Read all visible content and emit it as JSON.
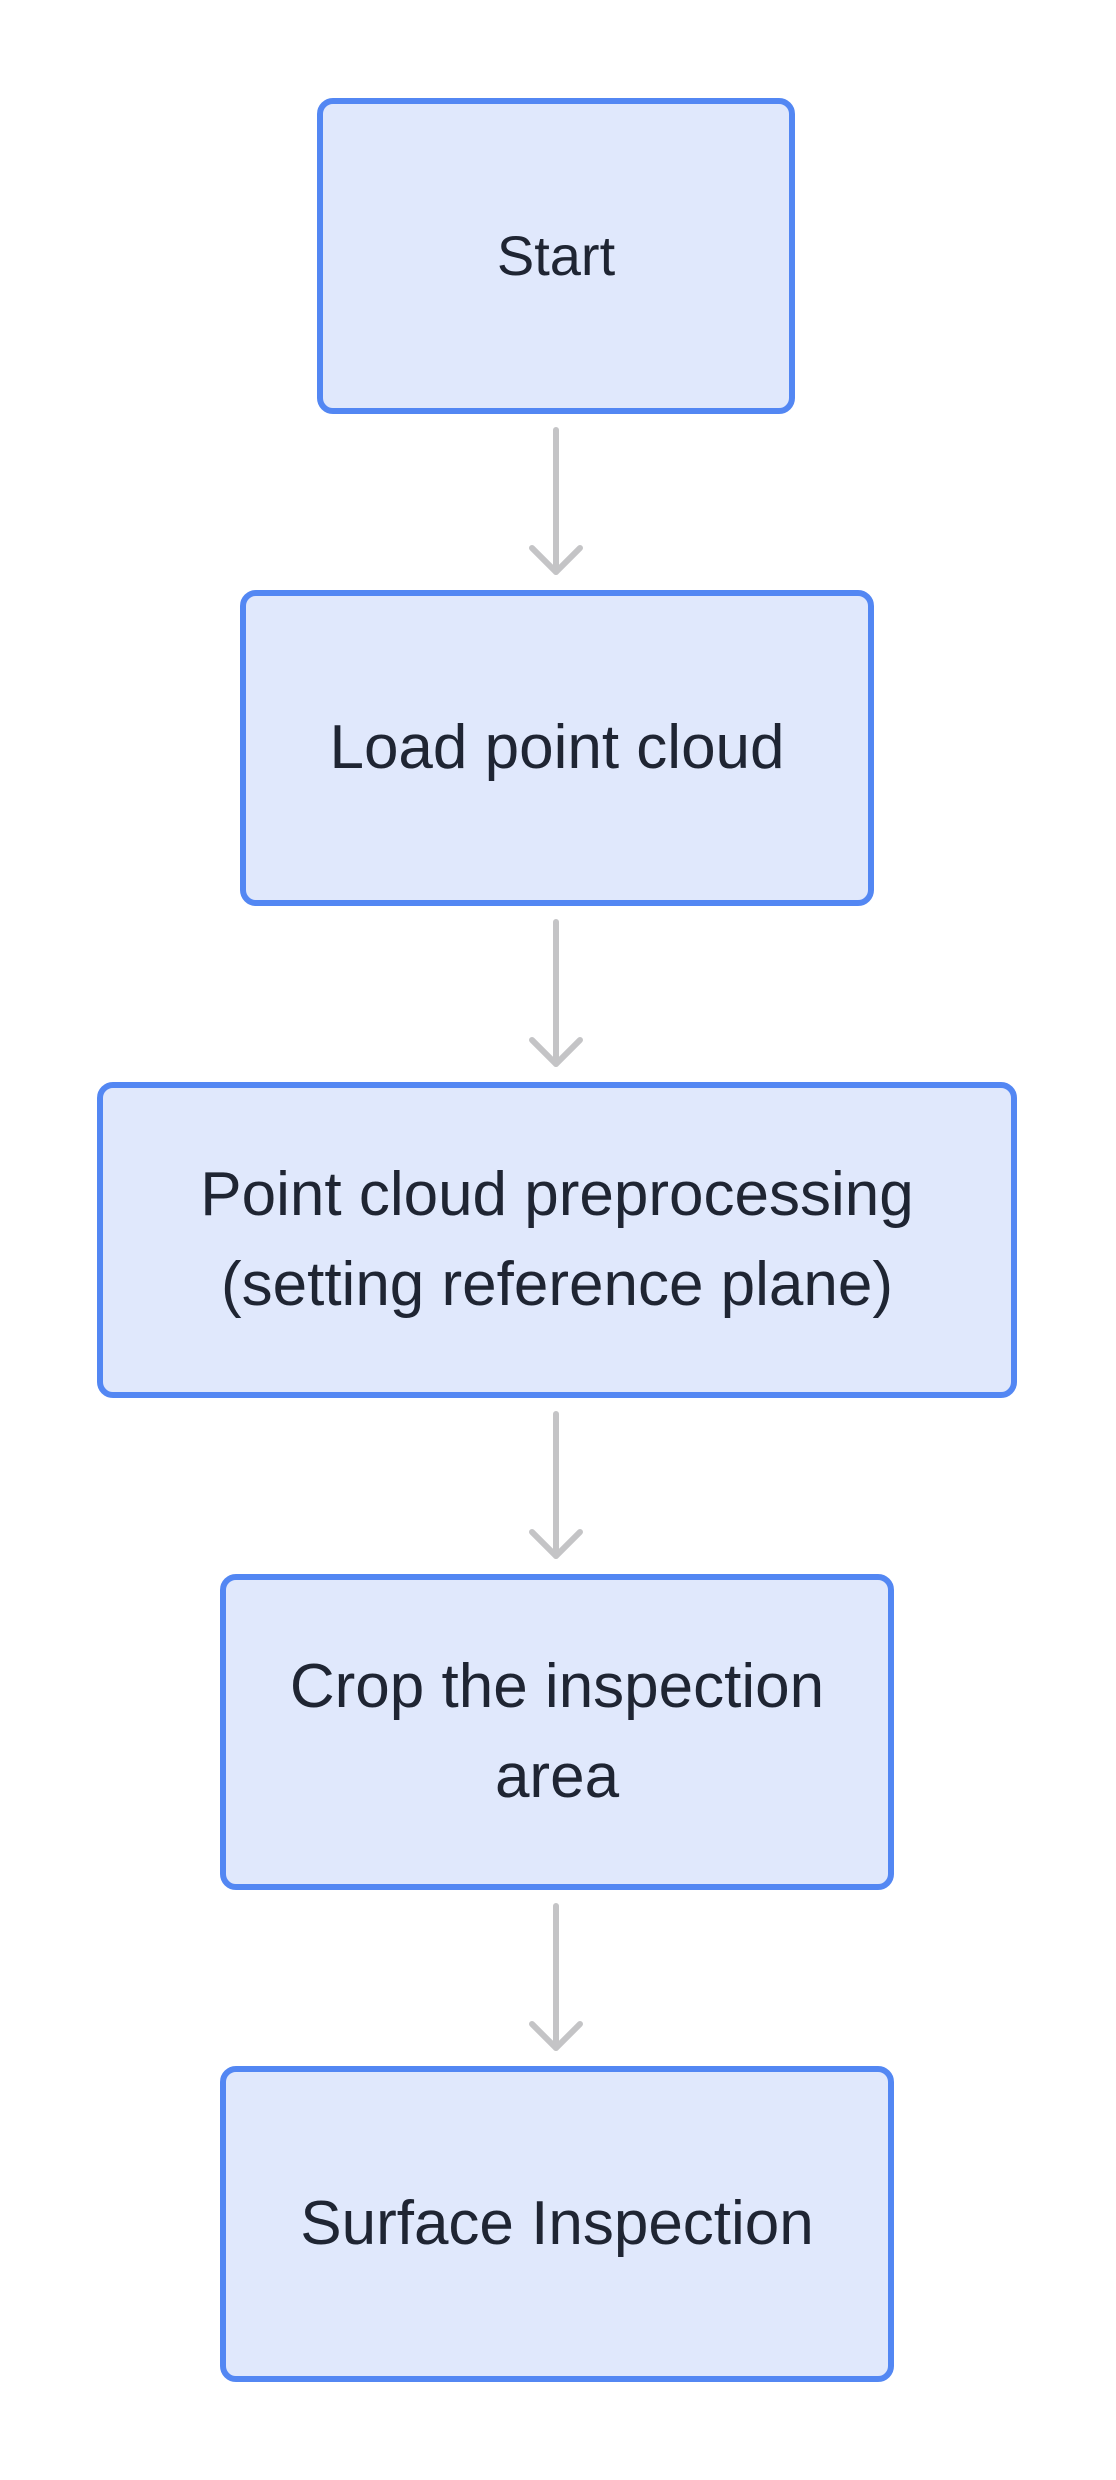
{
  "diagram": {
    "type": "flowchart",
    "direction": "top-to-bottom",
    "colors": {
      "node_fill": "#e0e8fc",
      "node_border": "#5387f3",
      "node_text": "#1f2533",
      "arrow": "#c4c4c6",
      "background": "#ffffff"
    },
    "nodes": [
      {
        "id": "start",
        "label": "Start"
      },
      {
        "id": "load",
        "label": "Load point cloud"
      },
      {
        "id": "preprocess",
        "label": "Point cloud preprocessing\n(setting reference plane)"
      },
      {
        "id": "crop",
        "label": "Crop the inspection\narea"
      },
      {
        "id": "surface",
        "label": "Surface Inspection"
      }
    ],
    "edges": [
      {
        "from": "start",
        "to": "load"
      },
      {
        "from": "load",
        "to": "preprocess"
      },
      {
        "from": "preprocess",
        "to": "crop"
      },
      {
        "from": "crop",
        "to": "surface"
      }
    ]
  }
}
